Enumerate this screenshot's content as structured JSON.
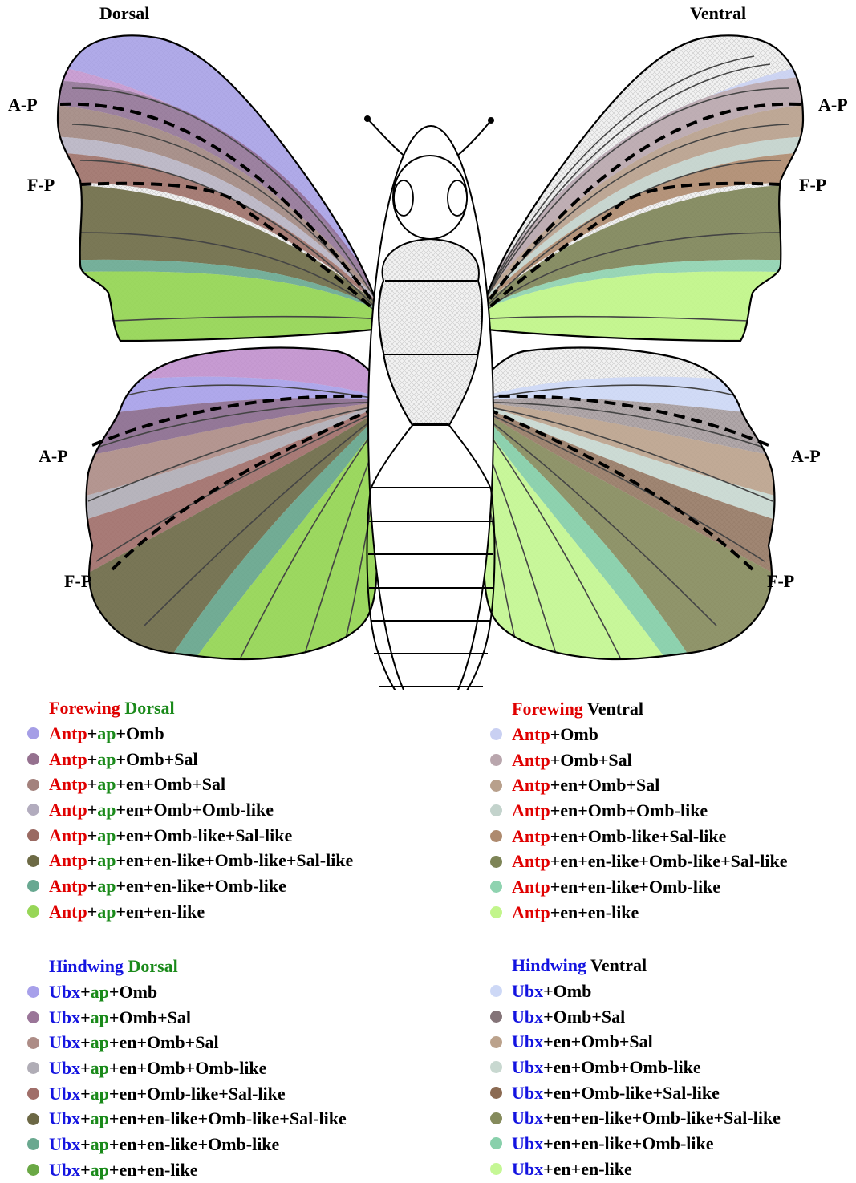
{
  "labels": {
    "dorsal": "Dorsal",
    "ventral": "Ventral",
    "ap_left_fore": "A-P",
    "fp_left_fore": "F-P",
    "ap_left_hind": "A-P",
    "fp_left_hind": "F-P",
    "ap_right_fore": "A-P",
    "fp_right_fore": "F-P",
    "ap_right_hind": "A-P",
    "fp_right_hind": "F-P"
  },
  "colors": {
    "red": "#e00000",
    "green": "#1a8a1a",
    "blue": "#1414e0",
    "black": "#000000"
  },
  "legends": [
    {
      "id": "forewing-dorsal",
      "title": [
        {
          "t": "Forewing",
          "c": "red"
        },
        {
          "t": " Dorsal",
          "c": "green"
        }
      ],
      "items": [
        {
          "color": "#a59ee6",
          "parts": [
            {
              "t": "Antp",
              "c": "red"
            },
            {
              "t": "+",
              "c": "black"
            },
            {
              "t": "ap",
              "c": "green"
            },
            {
              "t": "+Omb",
              "c": "black"
            }
          ]
        },
        {
          "color": "#95718f",
          "parts": [
            {
              "t": "Antp",
              "c": "red"
            },
            {
              "t": "+",
              "c": "black"
            },
            {
              "t": "ap",
              "c": "green"
            },
            {
              "t": "+Omb+Sal",
              "c": "black"
            }
          ]
        },
        {
          "color": "#a3817c",
          "parts": [
            {
              "t": "Antp",
              "c": "red"
            },
            {
              "t": "+",
              "c": "black"
            },
            {
              "t": "ap",
              "c": "green"
            },
            {
              "t": "+en+Omb+Sal",
              "c": "black"
            }
          ]
        },
        {
          "color": "#b2acbe",
          "parts": [
            {
              "t": "Antp",
              "c": "red"
            },
            {
              "t": "+",
              "c": "black"
            },
            {
              "t": "ap",
              "c": "green"
            },
            {
              "t": "+en+Omb+Omb-like",
              "c": "black"
            }
          ]
        },
        {
          "color": "#9a6a62",
          "parts": [
            {
              "t": "Antp",
              "c": "red"
            },
            {
              "t": "+",
              "c": "black"
            },
            {
              "t": "ap",
              "c": "green"
            },
            {
              "t": "+en+Omb-like+Sal-like",
              "c": "black"
            }
          ]
        },
        {
          "color": "#6d6a45",
          "parts": [
            {
              "t": "Antp",
              "c": "red"
            },
            {
              "t": "+",
              "c": "black"
            },
            {
              "t": "ap",
              "c": "green"
            },
            {
              "t": "+en+en-like+Omb-like+Sal-like",
              "c": "black"
            }
          ]
        },
        {
          "color": "#68a891",
          "parts": [
            {
              "t": "Antp",
              "c": "red"
            },
            {
              "t": "+",
              "c": "black"
            },
            {
              "t": "ap",
              "c": "green"
            },
            {
              "t": "+en+en-like+Omb-like",
              "c": "black"
            }
          ]
        },
        {
          "color": "#97d657",
          "parts": [
            {
              "t": "Antp",
              "c": "red"
            },
            {
              "t": "+",
              "c": "black"
            },
            {
              "t": "ap",
              "c": "green"
            },
            {
              "t": "+en+en-like",
              "c": "black"
            }
          ]
        }
      ]
    },
    {
      "id": "forewing-ventral",
      "title": [
        {
          "t": "Forewing",
          "c": "red"
        },
        {
          "t": " Ventral",
          "c": "black"
        }
      ],
      "items": [
        {
          "color": "#c9d0f2",
          "parts": [
            {
              "t": "Antp",
              "c": "red"
            },
            {
              "t": "+Omb",
              "c": "black"
            }
          ]
        },
        {
          "color": "#b9a6ad",
          "parts": [
            {
              "t": "Antp",
              "c": "red"
            },
            {
              "t": "+Omb+Sal",
              "c": "black"
            }
          ]
        },
        {
          "color": "#b8a08c",
          "parts": [
            {
              "t": "Antp",
              "c": "red"
            },
            {
              "t": "+en+Omb+Sal",
              "c": "black"
            }
          ]
        },
        {
          "color": "#c3d3cc",
          "parts": [
            {
              "t": "Antp",
              "c": "red"
            },
            {
              "t": "+en+Omb+Omb-like",
              "c": "black"
            }
          ]
        },
        {
          "color": "#ae8a6e",
          "parts": [
            {
              "t": "Antp",
              "c": "red"
            },
            {
              "t": "+en+Omb-like+Sal-like",
              "c": "black"
            }
          ]
        },
        {
          "color": "#7d8456",
          "parts": [
            {
              "t": "Antp",
              "c": "red"
            },
            {
              "t": "+en+en-like+Omb-like+Sal-like",
              "c": "black"
            }
          ]
        },
        {
          "color": "#8fd3b0",
          "parts": [
            {
              "t": "Antp",
              "c": "red"
            },
            {
              "t": "+en+en-like+Omb-like",
              "c": "black"
            }
          ]
        },
        {
          "color": "#c2f58b",
          "parts": [
            {
              "t": "Antp",
              "c": "red"
            },
            {
              "t": "+en+en-like",
              "c": "black"
            }
          ]
        }
      ]
    },
    {
      "id": "hindwing-dorsal",
      "title": [
        {
          "t": "Hindwing",
          "c": "blue"
        },
        {
          "t": " Dorsal",
          "c": "green"
        }
      ],
      "items": [
        {
          "color": "#a7a0ea",
          "parts": [
            {
              "t": "Ubx",
              "c": "blue"
            },
            {
              "t": "+",
              "c": "black"
            },
            {
              "t": "ap",
              "c": "green"
            },
            {
              "t": "+Omb",
              "c": "black"
            }
          ]
        },
        {
          "color": "#9a7598",
          "parts": [
            {
              "t": "Ubx",
              "c": "blue"
            },
            {
              "t": "+",
              "c": "black"
            },
            {
              "t": "ap",
              "c": "green"
            },
            {
              "t": "+Omb+Sal",
              "c": "black"
            }
          ]
        },
        {
          "color": "#ad8c86",
          "parts": [
            {
              "t": "Ubx",
              "c": "blue"
            },
            {
              "t": "+",
              "c": "black"
            },
            {
              "t": "ap",
              "c": "green"
            },
            {
              "t": "+en+Omb+Sal",
              "c": "black"
            }
          ]
        },
        {
          "color": "#b0adb6",
          "parts": [
            {
              "t": "Ubx",
              "c": "blue"
            },
            {
              "t": "+",
              "c": "black"
            },
            {
              "t": "ap",
              "c": "green"
            },
            {
              "t": "+en+Omb+Omb-like",
              "c": "black"
            }
          ]
        },
        {
          "color": "#a06e69",
          "parts": [
            {
              "t": "Ubx",
              "c": "blue"
            },
            {
              "t": "+",
              "c": "black"
            },
            {
              "t": "ap",
              "c": "green"
            },
            {
              "t": "+en+Omb-like+Sal-like",
              "c": "black"
            }
          ]
        },
        {
          "color": "#6c6845",
          "parts": [
            {
              "t": "Ubx",
              "c": "blue"
            },
            {
              "t": "+",
              "c": "black"
            },
            {
              "t": "ap",
              "c": "green"
            },
            {
              "t": "+en+en-like+Omb-like+Sal-like",
              "c": "black"
            }
          ]
        },
        {
          "color": "#6aa88f",
          "parts": [
            {
              "t": "Ubx",
              "c": "blue"
            },
            {
              "t": "+",
              "c": "black"
            },
            {
              "t": "ap",
              "c": "green"
            },
            {
              "t": "+en+en-like+Omb-like",
              "c": "black"
            }
          ]
        },
        {
          "color": "#6aa845",
          "parts": [
            {
              "t": "Ubx",
              "c": "blue"
            },
            {
              "t": "+",
              "c": "black"
            },
            {
              "t": "ap",
              "c": "green"
            },
            {
              "t": "+en+en-like",
              "c": "black"
            }
          ]
        }
      ]
    },
    {
      "id": "hindwing-ventral",
      "title": [
        {
          "t": "Hindwing",
          "c": "blue"
        },
        {
          "t": " Ventral",
          "c": "black"
        }
      ],
      "items": [
        {
          "color": "#cdd8f6",
          "parts": [
            {
              "t": "Ubx",
              "c": "blue"
            },
            {
              "t": "+Omb",
              "c": "black"
            }
          ]
        },
        {
          "color": "#847478",
          "parts": [
            {
              "t": "Ubx",
              "c": "blue"
            },
            {
              "t": "+Omb+Sal",
              "c": "black"
            }
          ]
        },
        {
          "color": "#bba28c",
          "parts": [
            {
              "t": "Ubx",
              "c": "blue"
            },
            {
              "t": "+en+Omb+Sal",
              "c": "black"
            }
          ]
        },
        {
          "color": "#c8d8d0",
          "parts": [
            {
              "t": "Ubx",
              "c": "blue"
            },
            {
              "t": "+en+Omb+Omb-like",
              "c": "black"
            }
          ]
        },
        {
          "color": "#8b6a52",
          "parts": [
            {
              "t": "Ubx",
              "c": "blue"
            },
            {
              "t": "+en+Omb-like+Sal-like",
              "c": "black"
            }
          ]
        },
        {
          "color": "#858b5c",
          "parts": [
            {
              "t": "Ubx",
              "c": "blue"
            },
            {
              "t": "+en+en-like+Omb-like+Sal-like",
              "c": "black"
            }
          ]
        },
        {
          "color": "#88d0ab",
          "parts": [
            {
              "t": "Ubx",
              "c": "blue"
            },
            {
              "t": "+en+en-like+Omb-like",
              "c": "black"
            }
          ]
        },
        {
          "color": "#c5f795",
          "parts": [
            {
              "t": "Ubx",
              "c": "blue"
            },
            {
              "t": "+en+en-like",
              "c": "black"
            }
          ]
        }
      ]
    }
  ]
}
